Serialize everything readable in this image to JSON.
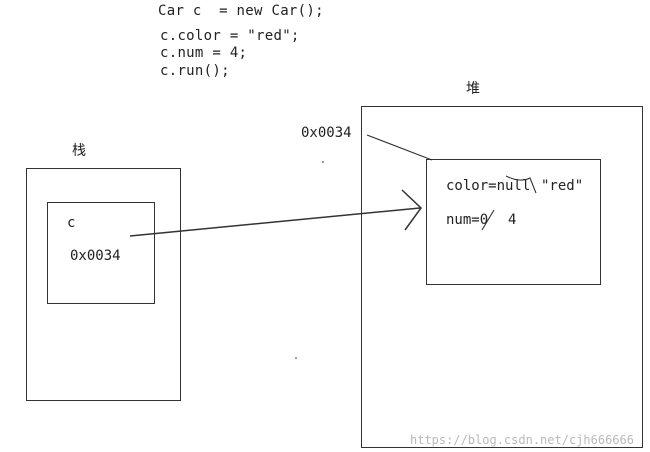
{
  "code": {
    "line1": "Car c  = new Car();",
    "line2": "c.color = \"red\";",
    "line3": "c.num = 4;",
    "line4": "c.run();"
  },
  "stack": {
    "title": "栈",
    "var_name": "c",
    "var_value": "0x0034"
  },
  "heap": {
    "title": "堆",
    "address": "0x0034",
    "color_field": "color=null",
    "color_value": "\"red\"",
    "num_field": "num=0",
    "num_value": "4"
  },
  "watermark": "https://blog.csdn.net/cjh666666"
}
